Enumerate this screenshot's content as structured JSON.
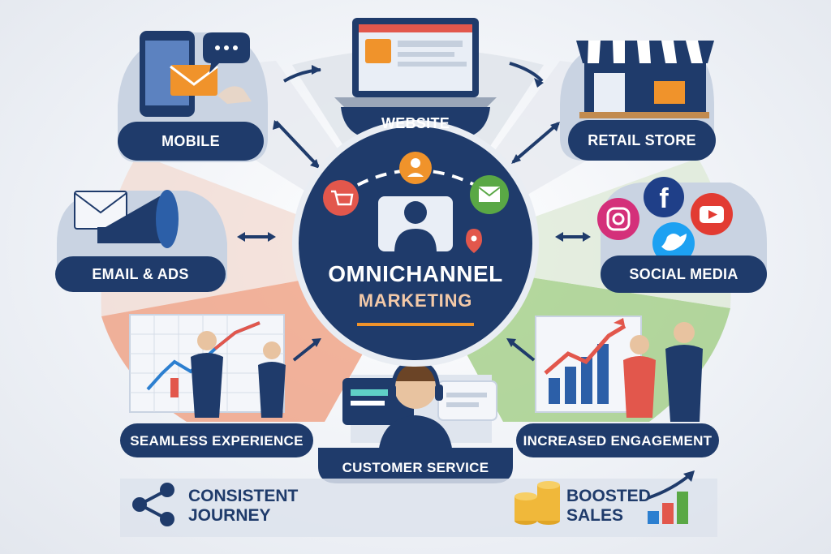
{
  "center": {
    "title": "OMNICHANNEL",
    "subtitle": "MARKETING"
  },
  "channels": {
    "mobile": "MOBILE",
    "website": "WEBSITE",
    "retail_store": "RETAIL STORE",
    "email_ads": "EMAIL & ADS",
    "social_media": "SOCIAL MEDIA",
    "seamless_experience": "SEAMLESS EXPERIENCE",
    "customer_service": "CUSTOMER SERVICE",
    "increased_engagement": "INCREASED ENGAGEMENT"
  },
  "benefits": {
    "consistent_journey": [
      "CONSISTENT",
      "JOURNEY"
    ],
    "boosted_sales": [
      "BOOSTED",
      "SALES"
    ]
  },
  "colors": {
    "navy": "#1f3b6b",
    "orange": "#f0932b",
    "red": "#e2574c",
    "green": "#5aa845",
    "facebook": "#1f3f88",
    "twitter": "#1da1f2",
    "youtube": "#e23b32",
    "instagram": "#d4307a"
  },
  "icons": [
    "smartphone-icon",
    "envelope-icon",
    "chat-bubble-icon",
    "laptop-icon",
    "storefront-icon",
    "megaphone-icon",
    "facebook-icon",
    "instagram-icon",
    "twitter-icon",
    "youtube-icon",
    "shopping-cart-icon",
    "user-icon",
    "location-pin-icon",
    "headset-agent-icon",
    "share-icon",
    "coins-icon",
    "growth-chart-icon"
  ]
}
